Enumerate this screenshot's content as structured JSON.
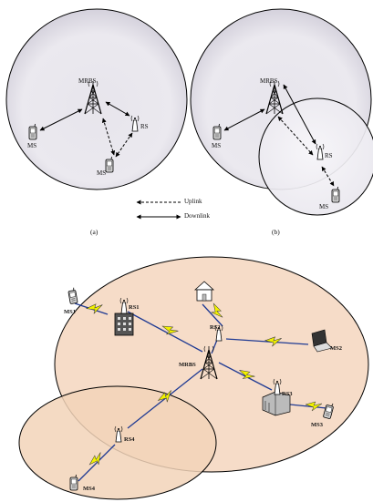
{
  "panel_a": {
    "caption": "(a)",
    "labels": {
      "mrbs": "MRBS",
      "rs": "RS",
      "ms_left": "MS",
      "ms_bottom": "MS"
    }
  },
  "panel_b": {
    "caption": "(b)",
    "labels": {
      "mrbs": "MRBS",
      "rs": "RS",
      "ms_left": "MS",
      "ms_bottom": "MS"
    }
  },
  "legend": {
    "uplink": "Uplink",
    "downlink": "Downlink"
  },
  "bottom": {
    "labels": {
      "mrbs": "MRBS",
      "rs1": "RS1",
      "rs2": "RS2",
      "rs3": "RS3",
      "rs4": "RS4",
      "ms1": "MS1",
      "ms2": "MS2",
      "ms3": "MS3",
      "ms4": "MS4"
    },
    "colors": {
      "large_cell": "#f6dcc8",
      "small_cell": "#f2d3b8",
      "link": "#1f3a93",
      "bolt": "#f2f200"
    }
  }
}
